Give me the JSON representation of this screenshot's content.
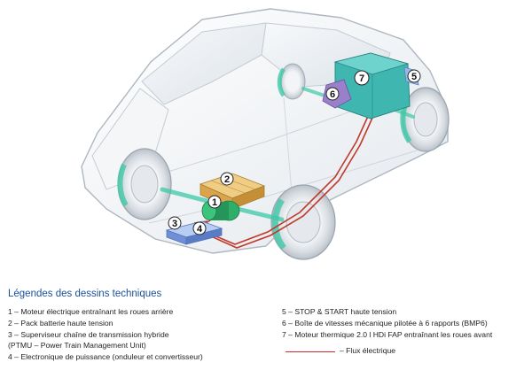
{
  "diagram": {
    "callouts": [
      "1",
      "2",
      "3",
      "4",
      "5",
      "6",
      "7"
    ],
    "colors": {
      "body_outline": "#b8c0c8",
      "body_fill": "#eef1f4",
      "wheel_glow": "#3ec9a8",
      "battery": "#e0b25a",
      "electric_motor": "#2fae6a",
      "supervisor": "#6f8fd6",
      "engine": "#3fb6b0",
      "gearbox": "#9a7fc9",
      "starter": "#9ab8e8",
      "electric_flow": "#c0392b",
      "legend_title": "#1a4f9c"
    }
  },
  "legend": {
    "title": "Légendes des dessins techniques",
    "items": [
      "1 – Moteur électrique entraînant les roues arrière",
      "2 – Pack batterie haute tension",
      "3 – Superviseur chaîne de transmission hybride",
      "(PTMU – Power Train Management Unit)",
      "4 – Electronique de puissance (onduleur et convertisseur)",
      "5 – STOP & START haute tension",
      "6 – Boîte de vitesses mécanique pilotée à 6 rapports (BMP6)",
      "7 – Moteur thermique 2.0 l HDi FAP entraînant les roues avant",
      "– Flux électrique"
    ]
  }
}
